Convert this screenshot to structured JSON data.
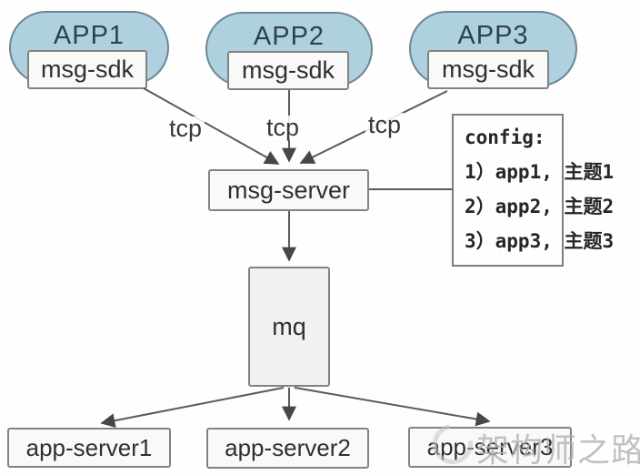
{
  "diagram": {
    "apps": [
      {
        "label": "APP1",
        "sdk_label": "msg-sdk"
      },
      {
        "label": "APP2",
        "sdk_label": "msg-sdk"
      },
      {
        "label": "APP3",
        "sdk_label": "msg-sdk"
      }
    ],
    "tcp_labels": [
      "tcp",
      "tcp",
      "tcp"
    ],
    "server_label": "msg-server",
    "mq_label": "mq",
    "app_servers": [
      {
        "label": "app-server1"
      },
      {
        "label": "app-server2"
      },
      {
        "label": "app-server3"
      }
    ],
    "config_box": {
      "title": "config:",
      "items": [
        "1）app1, 主题1",
        "2）app2, 主题2",
        "3）app3, 主题3"
      ]
    },
    "watermark": "架构师之路",
    "colors": {
      "ellipse_fill": "#afd1df",
      "ellipse_border": "#6d8694",
      "box_fill": "#f9f9f7",
      "box_border": "#828282",
      "line": "#5a5a5a",
      "arrow": "#474747",
      "text": "#2f2f2f",
      "watermark": "#b2b2b2"
    }
  }
}
